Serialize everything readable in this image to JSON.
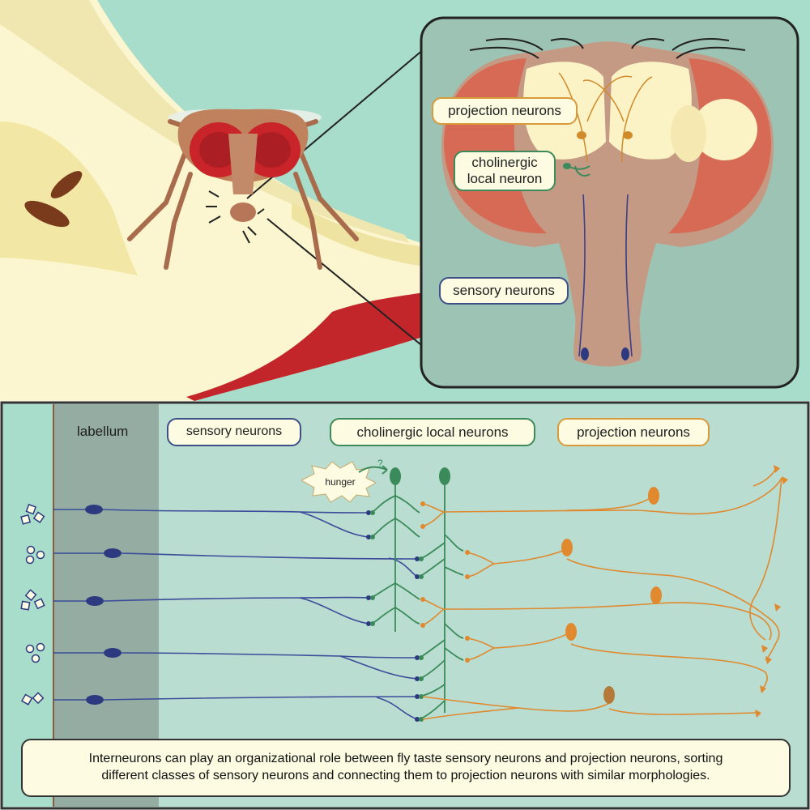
{
  "top_inset": {
    "labels": {
      "projection": "projection neurons",
      "local_line1": "cholinergic",
      "local_line2": "local neuron",
      "sensory": "sensory neurons"
    }
  },
  "bottom_panel": {
    "labellum": "labellum",
    "legend": {
      "sensory": "sensory neurons",
      "local": "cholinergic local neurons",
      "projection": "projection neurons"
    },
    "hunger": "hunger",
    "question_mark": "?"
  },
  "caption": {
    "line1": "Interneurons can play an organizational role between fly taste sensory neurons and projection neurons, sorting",
    "line2": "different classes of sensory neurons and connecting them to projection neurons with similar morphologies."
  },
  "colors": {
    "background_teal": "#a8dccb",
    "inset_bg": "#9dc3b4",
    "panel_bg": "#b9ddd0",
    "labellum_band": "#95aca3",
    "sensory": "#34418a",
    "local": "#3c8a5c",
    "projection": "#e0892e",
    "brain_tan": "#c49a84",
    "brain_red": "#d66a55",
    "brain_cream": "#fbf3c6",
    "apple_red": "#c2262a"
  }
}
